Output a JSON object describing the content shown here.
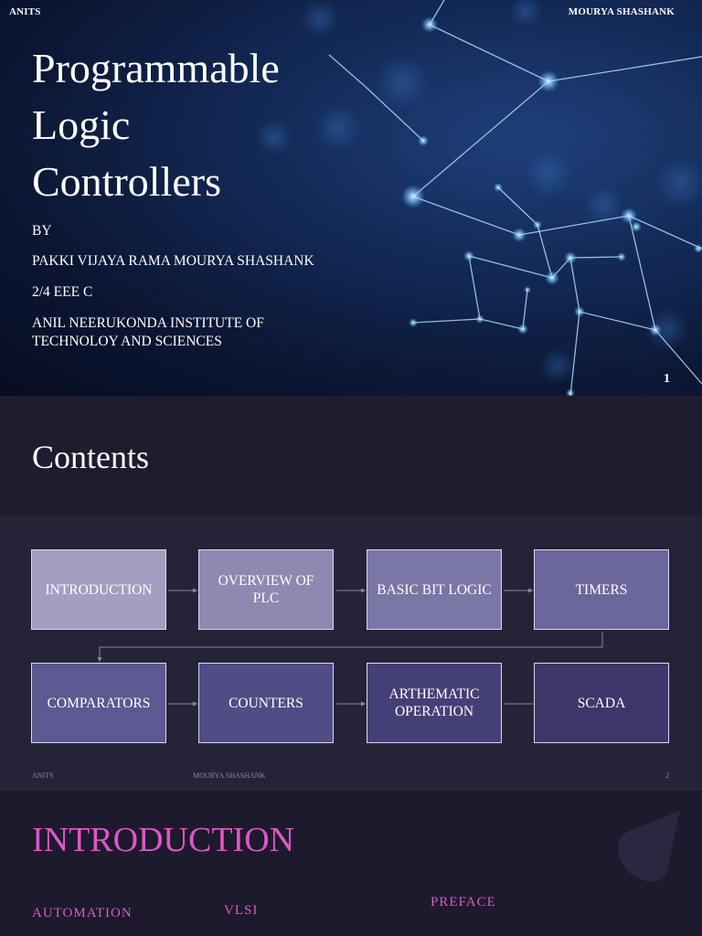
{
  "slide1": {
    "header_left": "ANITS",
    "header_right": "MOURYA SHASHANK",
    "title_lines": [
      "Programmable",
      "Logic",
      "Controllers"
    ],
    "by": "BY",
    "author": "PAKKI VIJAYA RAMA MOURYA SHASHANK",
    "class": "2/4 EEE C",
    "institute_line1": "ANIL NEERUKONDA INSTITUTE OF",
    "institute_line2": "TECHNOLOY AND SCIENCES",
    "page_number": "1"
  },
  "slide2": {
    "title": "Contents",
    "items": [
      {
        "label": "INTRODUCTION",
        "color": "#a29fc0"
      },
      {
        "label": "OVERVIEW OF PLC",
        "color": "#8d89b0"
      },
      {
        "label": "BASIC BIT LOGIC",
        "color": "#7a76a5"
      },
      {
        "label": "TIMERS",
        "color": "#6b679d"
      },
      {
        "label": "COMPARATORS",
        "color": "#5c5891"
      },
      {
        "label": "COUNTERS",
        "color": "#504c85"
      },
      {
        "label": "ARTHEMATIC OPERATION",
        "color": "#453f77"
      },
      {
        "label": "SCADA",
        "color": "#3d3769"
      }
    ],
    "footer_left": "ANITS",
    "footer_center": "MOURYA SHASHANK",
    "footer_right": "2"
  },
  "slide3": {
    "title": "INTRODUCTION",
    "subheads": [
      "AUTOMATION",
      "VLSI",
      "PREFACE"
    ]
  },
  "colors": {
    "accent_pink": "#e055c8",
    "slide_bg": "#1c1a2c"
  }
}
